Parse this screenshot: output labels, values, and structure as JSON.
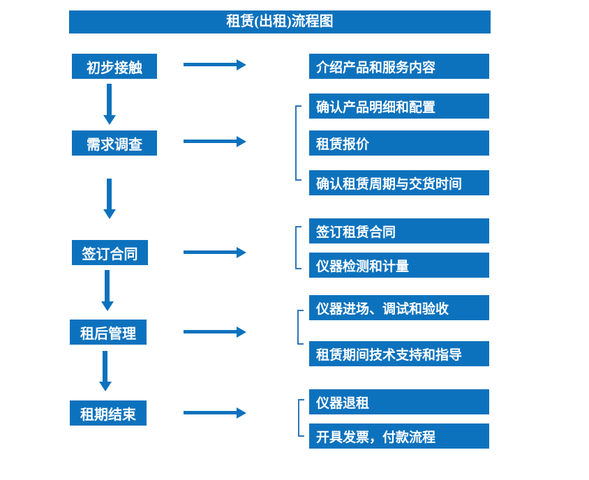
{
  "title": "租赁(出租)流程图",
  "colors": {
    "accent": "#0d72bd",
    "bracket": "#2e75b6",
    "text": "#ffffff",
    "background": "#ffffff"
  },
  "stages": [
    {
      "label": "初步接触",
      "details": [
        "介绍产品和服务内容"
      ]
    },
    {
      "label": "需求调查",
      "details": [
        "确认产品明细和配置",
        "租赁报价",
        "确认租赁周期与交货时间"
      ]
    },
    {
      "label": "签订合同",
      "details": [
        "签订租赁合同",
        "仪器检测和计量"
      ]
    },
    {
      "label": "租后管理",
      "details": [
        "仪器进场、调试和验收",
        "租赁期间技术支持和指导"
      ]
    },
    {
      "label": "租期结束",
      "details": [
        "仪器退租",
        "开具发票，付款流程"
      ]
    }
  ]
}
